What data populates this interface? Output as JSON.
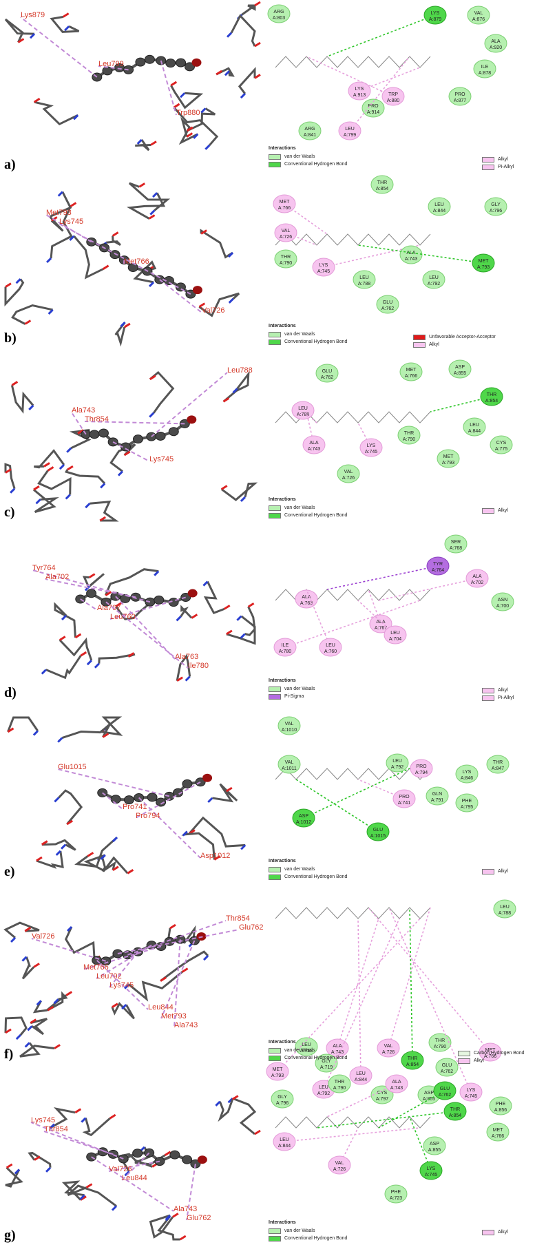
{
  "colors": {
    "vdw_fill": "#b6f0b0",
    "vdw_stroke": "#7ccf73",
    "hbond_fill": "#4fd74a",
    "hbond_stroke": "#2aa626",
    "alkyl_fill": "#f7c4ef",
    "alkyl_stroke": "#e39bd8",
    "pisigma_fill": "#b46de0",
    "unfavorable": "#e11a1a",
    "carbon_hbond_fill": "#e6f7e1",
    "residue_label_3d": "#d43a2a",
    "bond_gray": "#555555"
  },
  "legend_titles": {
    "a": "Interactions",
    "b": "Interactions",
    "c": "Interactions",
    "d": "Interactions",
    "e": "Interactions",
    "f": "Interactions",
    "g": "Interactions"
  },
  "legend_labels": {
    "vdw": "van der Waals",
    "hbond": "Conventional Hydrogen Bond",
    "alkyl": "Alkyl",
    "pialkyl": "Pi-Alkyl",
    "unfav": "Unfavorable Acceptor-Acceptor",
    "pisigma": "Pi-Sigma",
    "carbon_hbond": "Carbon Hydrogen Bond"
  },
  "panels": [
    {
      "id": "a",
      "label": "a)",
      "residues_3d": [
        "Lys879",
        "Leu799",
        "Trp880"
      ],
      "residues_2d": [
        {
          "name": "ARG",
          "num": "A:803",
          "type": "vdw"
        },
        {
          "name": "LYS",
          "num": "A:879",
          "type": "hbond"
        },
        {
          "name": "VAL",
          "num": "A:876",
          "type": "vdw"
        },
        {
          "name": "ALA",
          "num": "A:920",
          "type": "vdw"
        },
        {
          "name": "ILE",
          "num": "A:878",
          "type": "vdw"
        },
        {
          "name": "PRO",
          "num": "A:877",
          "type": "vdw"
        },
        {
          "name": "LYS",
          "num": "A:913",
          "type": "alkyl"
        },
        {
          "name": "TRP",
          "num": "A:880",
          "type": "alkyl"
        },
        {
          "name": "PRO",
          "num": "A:914",
          "type": "vdw"
        },
        {
          "name": "LEU",
          "num": "A:799",
          "type": "alkyl"
        },
        {
          "name": "ARG",
          "num": "A:841",
          "type": "vdw"
        }
      ]
    },
    {
      "id": "b",
      "label": "b)",
      "residues_3d": [
        "Met793",
        "Met766",
        "Val726",
        "Lys745"
      ],
      "residues_2d": [
        {
          "name": "THR",
          "num": "A:854",
          "type": "vdw"
        },
        {
          "name": "MET",
          "num": "A:766",
          "type": "alkyl"
        },
        {
          "name": "LEU",
          "num": "A:844",
          "type": "vdw"
        },
        {
          "name": "GLY",
          "num": "A:796",
          "type": "vdw"
        },
        {
          "name": "VAL",
          "num": "A:726",
          "type": "alkyl"
        },
        {
          "name": "THR",
          "num": "A:790",
          "type": "vdw"
        },
        {
          "name": "LYS",
          "num": "A:745",
          "type": "alkyl"
        },
        {
          "name": "ALA",
          "num": "A:743",
          "type": "vdw"
        },
        {
          "name": "MET",
          "num": "A:793",
          "type": "hbond"
        },
        {
          "name": "LEU",
          "num": "A:788",
          "type": "vdw"
        },
        {
          "name": "LEU",
          "num": "A:792",
          "type": "vdw"
        },
        {
          "name": "GLU",
          "num": "A:762",
          "type": "vdw"
        }
      ]
    },
    {
      "id": "c",
      "label": "c)",
      "residues_3d": [
        "Ala743",
        "Lys745",
        "Leu788",
        "Thr854"
      ],
      "residues_2d": [
        {
          "name": "GLU",
          "num": "A:762",
          "type": "vdw"
        },
        {
          "name": "MET",
          "num": "A:766",
          "type": "vdw"
        },
        {
          "name": "ASP",
          "num": "A:855",
          "type": "vdw"
        },
        {
          "name": "THR",
          "num": "A:854",
          "type": "hbond"
        },
        {
          "name": "LEU",
          "num": "A:788",
          "type": "alkyl"
        },
        {
          "name": "LEU",
          "num": "A:844",
          "type": "vdw"
        },
        {
          "name": "CYS",
          "num": "A:775",
          "type": "vdw"
        },
        {
          "name": "ALA",
          "num": "A:743",
          "type": "alkyl"
        },
        {
          "name": "LYS",
          "num": "A:745",
          "type": "alkyl"
        },
        {
          "name": "THR",
          "num": "A:790",
          "type": "vdw"
        },
        {
          "name": "MET",
          "num": "A:793",
          "type": "vdw"
        },
        {
          "name": "VAL",
          "num": "A:726",
          "type": "vdw"
        }
      ]
    },
    {
      "id": "d",
      "label": "d)",
      "residues_3d": [
        "Ala767",
        "Ala763",
        "Tyr764",
        "Leu760",
        "Ile780",
        "Ala702"
      ],
      "residues_2d": [
        {
          "name": "SER",
          "num": "A:768",
          "type": "vdw"
        },
        {
          "name": "TYR",
          "num": "A:764",
          "type": "pisigma"
        },
        {
          "name": "ALA",
          "num": "A:702",
          "type": "alkyl"
        },
        {
          "name": "ASN",
          "num": "A:700",
          "type": "vdw"
        },
        {
          "name": "ALA",
          "num": "A:763",
          "type": "alkyl"
        },
        {
          "name": "ALA",
          "num": "A:767",
          "type": "alkyl"
        },
        {
          "name": "ILE",
          "num": "A:780",
          "type": "alkyl"
        },
        {
          "name": "LEU",
          "num": "A:760",
          "type": "alkyl"
        },
        {
          "name": "LEU",
          "num": "A:704",
          "type": "alkyl"
        }
      ]
    },
    {
      "id": "e",
      "label": "e)",
      "residues_3d": [
        "Pro741",
        "Asp1012",
        "Glu1015",
        "Pro794"
      ],
      "residues_2d": [
        {
          "name": "VAL",
          "num": "A:1010",
          "type": "vdw"
        },
        {
          "name": "VAL",
          "num": "A:1011",
          "type": "vdw"
        },
        {
          "name": "LEU",
          "num": "A:792",
          "type": "vdw"
        },
        {
          "name": "PRO",
          "num": "A:794",
          "type": "alkyl"
        },
        {
          "name": "LYS",
          "num": "A:846",
          "type": "vdw"
        },
        {
          "name": "THR",
          "num": "A:847",
          "type": "vdw"
        },
        {
          "name": "GLN",
          "num": "A:791",
          "type": "vdw"
        },
        {
          "name": "PHE",
          "num": "A:795",
          "type": "vdw"
        },
        {
          "name": "PRO",
          "num": "A:741",
          "type": "alkyl"
        },
        {
          "name": "ASP",
          "num": "A:1012",
          "type": "hbond"
        },
        {
          "name": "GLU",
          "num": "A:1015",
          "type": "hbond"
        }
      ]
    },
    {
      "id": "f",
      "label": "f)",
      "residues_3d": [
        "Leu844",
        "Thr854",
        "Met766",
        "Met793",
        "Glu762",
        "Leu792",
        "Ala743",
        "Val726",
        "Lys745"
      ],
      "residues_2d": [
        {
          "name": "LEU",
          "num": "A:788",
          "type": "vdw"
        },
        {
          "name": "LEU",
          "num": "A:718",
          "type": "vdw"
        },
        {
          "name": "ALA",
          "num": "A:743",
          "type": "alkyl"
        },
        {
          "name": "VAL",
          "num": "A:726",
          "type": "alkyl"
        },
        {
          "name": "THR",
          "num": "A:790",
          "type": "vdw"
        },
        {
          "name": "MET",
          "num": "A:766",
          "type": "alkyl"
        },
        {
          "name": "MET",
          "num": "A:793",
          "type": "alkyl"
        },
        {
          "name": "GLY",
          "num": "A:719",
          "type": "vdw"
        },
        {
          "name": "LEU",
          "num": "A:844",
          "type": "alkyl"
        },
        {
          "name": "THR",
          "num": "A:854",
          "type": "hbond"
        },
        {
          "name": "GLU",
          "num": "A:762",
          "type": "vdw"
        },
        {
          "name": "GLY",
          "num": "A:796",
          "type": "vdw"
        },
        {
          "name": "LEU",
          "num": "A:792",
          "type": "alkyl"
        },
        {
          "name": "CYS",
          "num": "A:797",
          "type": "vdw"
        },
        {
          "name": "ASP",
          "num": "A:855",
          "type": "vdw"
        },
        {
          "name": "LYS",
          "num": "A:745",
          "type": "alkyl"
        }
      ]
    },
    {
      "id": "g",
      "label": "g)",
      "residues_3d": [
        "Ala743",
        "Lys745",
        "Val726",
        "Glu762",
        "Thr854",
        "Leu844"
      ],
      "residues_2d": [
        {
          "name": "THR",
          "num": "A:790",
          "type": "vdw"
        },
        {
          "name": "ALA",
          "num": "A:743",
          "type": "alkyl"
        },
        {
          "name": "GLU",
          "num": "A:762",
          "type": "hbond"
        },
        {
          "name": "PHE",
          "num": "A:856",
          "type": "vdw"
        },
        {
          "name": "THR",
          "num": "A:854",
          "type": "hbond"
        },
        {
          "name": "MET",
          "num": "A:766",
          "type": "vdw"
        },
        {
          "name": "LEU",
          "num": "A:844",
          "type": "alkyl"
        },
        {
          "name": "ASP",
          "num": "A:855",
          "type": "vdw"
        },
        {
          "name": "VAL",
          "num": "A:726",
          "type": "alkyl"
        },
        {
          "name": "LYS",
          "num": "A:745",
          "type": "hbond"
        },
        {
          "name": "PHE",
          "num": "A:723",
          "type": "vdw"
        }
      ]
    }
  ]
}
